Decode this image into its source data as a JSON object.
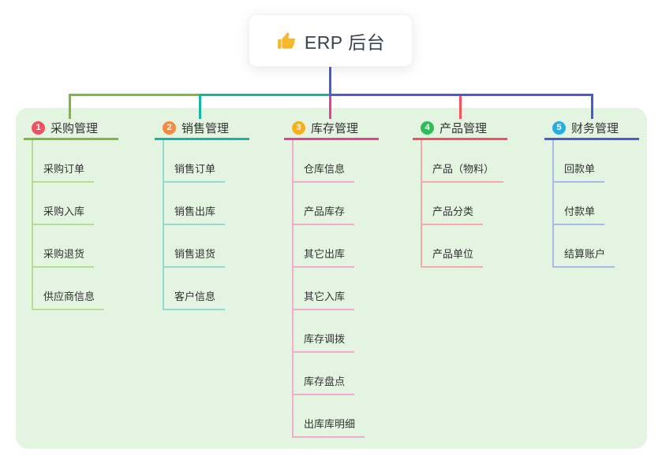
{
  "root": {
    "title": "ERP 后台",
    "icon": "thumbs-up",
    "icon_color": "#f5b82e",
    "connector_color": "#4a5ad0"
  },
  "panel": {
    "background_color": "#e3f4e0"
  },
  "branches": [
    {
      "number": "1",
      "label": "采购管理",
      "badge_color": "#f05062",
      "line_color": "#7cba3e",
      "sub_line_color": "#b7dc97",
      "items": [
        "采购订单",
        "采购入库",
        "采购退货",
        "供应商信息"
      ]
    },
    {
      "number": "2",
      "label": "销售管理",
      "badge_color": "#f98a3d",
      "line_color": "#17b5a6",
      "sub_line_color": "#93d9cd",
      "items": [
        "销售订单",
        "销售出库",
        "销售退货",
        "客户信息"
      ]
    },
    {
      "number": "3",
      "label": "库存管理",
      "badge_color": "#fbae17",
      "line_color": "#e83e98",
      "sub_line_color": "#f4a9ce",
      "items": [
        "仓库信息",
        "产品库存",
        "其它出库",
        "其它入库",
        "库存调拨",
        "库存盘点",
        "出库库明细"
      ]
    },
    {
      "number": "4",
      "label": "产品管理",
      "badge_color": "#2ebd59",
      "line_color": "#f8505c",
      "sub_line_color": "#f9a9ae",
      "items": [
        "产品（物料）",
        "产品分类",
        "产品单位"
      ]
    },
    {
      "number": "5",
      "label": "财务管理",
      "badge_color": "#25aee6",
      "line_color": "#4a5ad0",
      "sub_line_color": "#a9b9ec",
      "items": [
        "回款单",
        "付款单",
        "结算账户"
      ]
    }
  ]
}
